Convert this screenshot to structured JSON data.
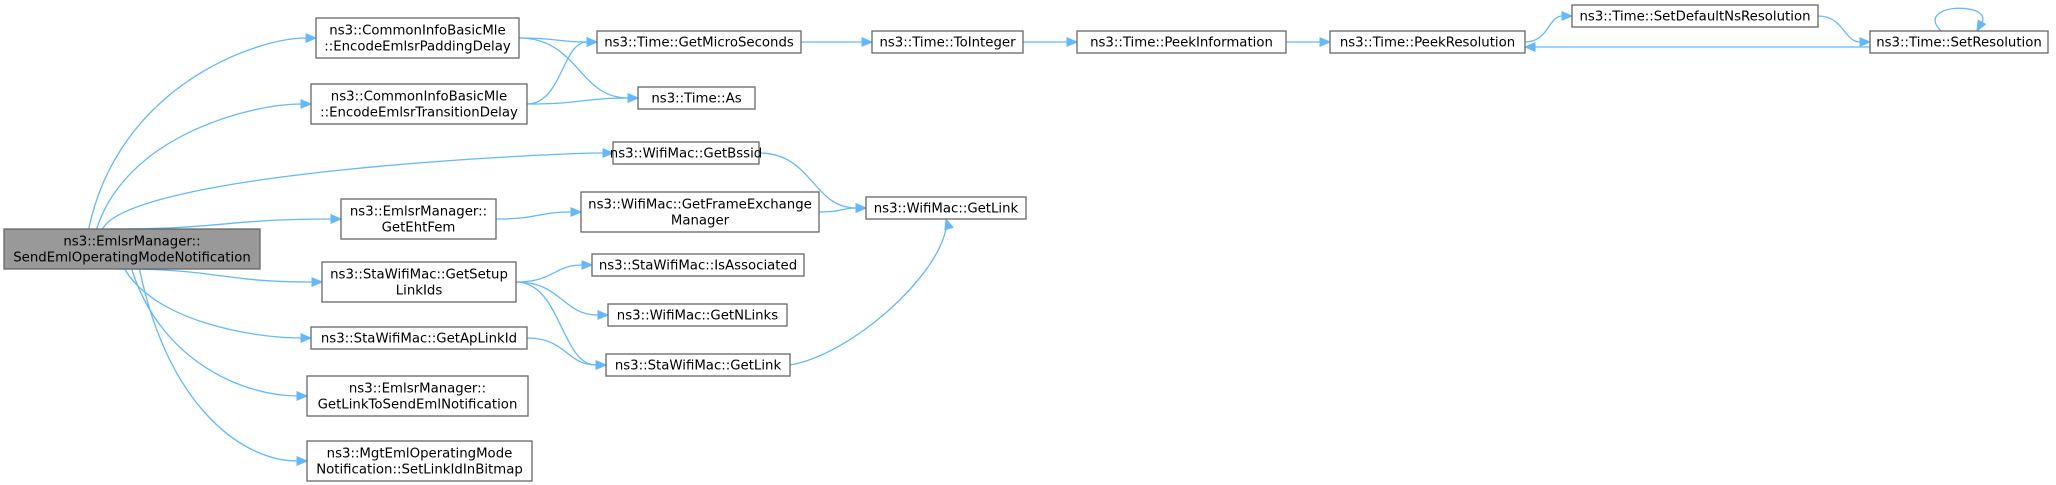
{
  "diagram": {
    "type": "call-graph",
    "colors": {
      "edge": "#63b8ff",
      "node_border": "#666666",
      "root_fill": "#999999",
      "node_fill": "#ffffff"
    },
    "nodes": [
      {
        "id": "root",
        "lines": [
          "ns3::EmlsrManager::",
          "SendEmlOperatingModeNotification"
        ],
        "root": true
      },
      {
        "id": "encPad",
        "lines": [
          "ns3::CommonInfoBasicMle",
          "::EncodeEmlsrPaddingDelay"
        ]
      },
      {
        "id": "encTrans",
        "lines": [
          "ns3::CommonInfoBasicMle",
          "::EncodeEmlsrTransitionDelay"
        ]
      },
      {
        "id": "micro",
        "lines": [
          "ns3::Time::GetMicroSeconds"
        ]
      },
      {
        "id": "as",
        "lines": [
          "ns3::Time::As"
        ]
      },
      {
        "id": "toint",
        "lines": [
          "ns3::Time::ToInteger"
        ]
      },
      {
        "id": "peekinfo",
        "lines": [
          "ns3::Time::PeekInformation"
        ]
      },
      {
        "id": "peekres",
        "lines": [
          "ns3::Time::PeekResolution"
        ]
      },
      {
        "id": "setdef",
        "lines": [
          "ns3::Time::SetDefaultNsResolution"
        ]
      },
      {
        "id": "setres",
        "lines": [
          "ns3::Time::SetResolution"
        ]
      },
      {
        "id": "bssid",
        "lines": [
          "ns3::WifiMac::GetBssid"
        ]
      },
      {
        "id": "ehtfem",
        "lines": [
          "ns3::EmlsrManager::",
          "GetEhtFem"
        ]
      },
      {
        "id": "fem",
        "lines": [
          "ns3::WifiMac::GetFrameExchange",
          "Manager"
        ]
      },
      {
        "id": "wmlink",
        "lines": [
          "ns3::WifiMac::GetLink"
        ]
      },
      {
        "id": "setup",
        "lines": [
          "ns3::StaWifiMac::GetSetup",
          "LinkIds"
        ]
      },
      {
        "id": "assoc",
        "lines": [
          "ns3::StaWifiMac::IsAssociated"
        ]
      },
      {
        "id": "nlinks",
        "lines": [
          "ns3::WifiMac::GetNLinks"
        ]
      },
      {
        "id": "aplink",
        "lines": [
          "ns3::StaWifiMac::GetApLinkId"
        ]
      },
      {
        "id": "stalink",
        "lines": [
          "ns3::StaWifiMac::GetLink"
        ]
      },
      {
        "id": "linksend",
        "lines": [
          "ns3::EmlsrManager::",
          "GetLinkToSendEmlNotification"
        ]
      },
      {
        "id": "bitmap",
        "lines": [
          "ns3::MgtEmlOperatingMode",
          "Notification::SetLinkIdInBitmap"
        ]
      }
    ],
    "edges": [
      [
        "root",
        "encPad"
      ],
      [
        "root",
        "encTrans"
      ],
      [
        "root",
        "bssid"
      ],
      [
        "root",
        "ehtfem"
      ],
      [
        "root",
        "setup"
      ],
      [
        "root",
        "aplink"
      ],
      [
        "root",
        "linksend"
      ],
      [
        "root",
        "bitmap"
      ],
      [
        "encPad",
        "micro"
      ],
      [
        "encPad",
        "as"
      ],
      [
        "encTrans",
        "micro"
      ],
      [
        "encTrans",
        "as"
      ],
      [
        "micro",
        "toint"
      ],
      [
        "toint",
        "peekinfo"
      ],
      [
        "peekinfo",
        "peekres"
      ],
      [
        "peekres",
        "setdef"
      ],
      [
        "setdef",
        "setres"
      ],
      [
        "setres",
        "peekres"
      ],
      [
        "setres",
        "setres"
      ],
      [
        "bssid",
        "wmlink"
      ],
      [
        "ehtfem",
        "fem"
      ],
      [
        "fem",
        "wmlink"
      ],
      [
        "setup",
        "assoc"
      ],
      [
        "setup",
        "nlinks"
      ],
      [
        "setup",
        "stalink"
      ],
      [
        "aplink",
        "stalink"
      ],
      [
        "stalink",
        "wmlink"
      ]
    ]
  }
}
